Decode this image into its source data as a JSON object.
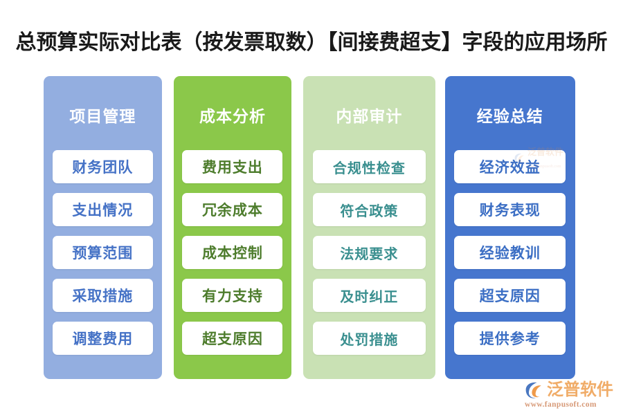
{
  "title": "总预算实际对比表（按发票取数）【间接费超支】字段的应用场所",
  "columns": [
    {
      "header": "项目管理",
      "header_color": "#ffffff",
      "panel_color": "#93aee0",
      "item_text_color": "#4572c6",
      "items": [
        "财务团队",
        "支出情况",
        "预算范围",
        "采取措施",
        "调整费用"
      ]
    },
    {
      "header": "成本分析",
      "header_color": "#ffffff",
      "panel_color": "#8bc84a",
      "item_text_color": "#4d7c2c",
      "items": [
        "费用支出",
        "冗余成本",
        "成本控制",
        "有力支持",
        "超支原因"
      ]
    },
    {
      "header": "内部审计",
      "header_color": "#ffffff",
      "panel_color": "#c9e1b4",
      "item_text_color": "#3a8f8f",
      "items": [
        "合规性检查",
        "符合政策",
        "法规要求",
        "及时纠正",
        "处罚措施"
      ]
    },
    {
      "header": "经验总结",
      "header_color": "#ffffff",
      "panel_color": "#4676ce",
      "item_text_color": "#3b6ec4",
      "items": [
        "经济效益",
        "财务表现",
        "经验教训",
        "超支原因",
        "提供参考"
      ]
    }
  ],
  "logo": {
    "name": "泛普软件",
    "url": "www.fanpusoft.com",
    "mark_blue": "#4a77c0",
    "mark_orange": "#ef9a4a",
    "name_color": "#f0a860"
  }
}
